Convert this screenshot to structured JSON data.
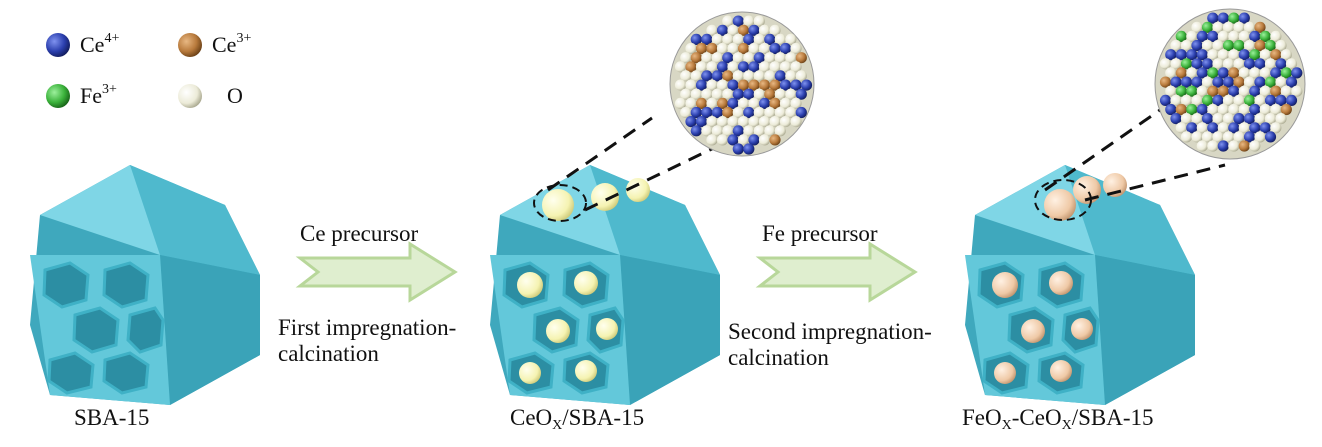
{
  "legend": {
    "ce4": {
      "base": "Ce",
      "sup": "4+"
    },
    "ce3": {
      "base": "Ce",
      "sup": "3+"
    },
    "fe3": {
      "base": "Fe",
      "sup": "3+"
    },
    "o": {
      "base": "O"
    }
  },
  "steps": {
    "first": {
      "precursor": "Ce precursor",
      "line1": "First impregnation-",
      "line2": "calcination"
    },
    "second": {
      "precursor": "Fe precursor",
      "line1": "Second impregnation-",
      "line2": "calcination"
    }
  },
  "labels": {
    "sba15": "SBA-15",
    "ceox_a": "CeO",
    "ceox_sub": "X",
    "ceox_b": "/SBA-15",
    "fe_a": "FeO",
    "fe_sub1": "X",
    "fe_mid": "-CeO",
    "fe_sub2": "X",
    "fe_b": "/SBA-15"
  },
  "colors": {
    "ce4": "#2b3fae",
    "ce3": "#b87a3c",
    "fe3": "#3bb23b",
    "o": "#ecebd8",
    "support": "#5bc2d6",
    "ceo2_particle": "#f5f3b2",
    "feox_particle": "#efc9a6",
    "arrow_fill": "#dfeecf",
    "arrow_edge": "#b8d79a"
  }
}
